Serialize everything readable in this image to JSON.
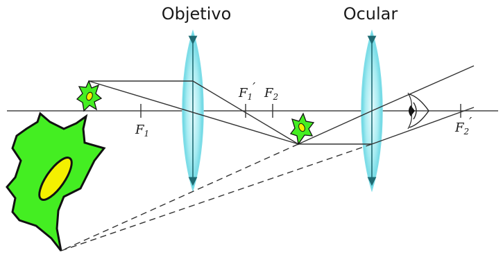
{
  "labels": {
    "objective": "Objetivo",
    "ocular": "Ocular"
  },
  "focal_points": {
    "f1": {
      "letter": "F",
      "sub": "1",
      "prime": ""
    },
    "f1_prime": {
      "letter": "F",
      "sub": "1",
      "prime": "′"
    },
    "f2": {
      "letter": "F",
      "sub": "2",
      "prime": ""
    },
    "f2_prime": {
      "letter": "F",
      "sub": "2",
      "prime": "′"
    }
  },
  "colors": {
    "lens_fill": "#a8ecf2",
    "lens_edge": "#5fd3e0",
    "lens_axis": "#1f6b73",
    "cell_fill": "#44ee22",
    "cell_edge": "#111111",
    "nucleus": "#f4f000",
    "ray": "#333333"
  }
}
